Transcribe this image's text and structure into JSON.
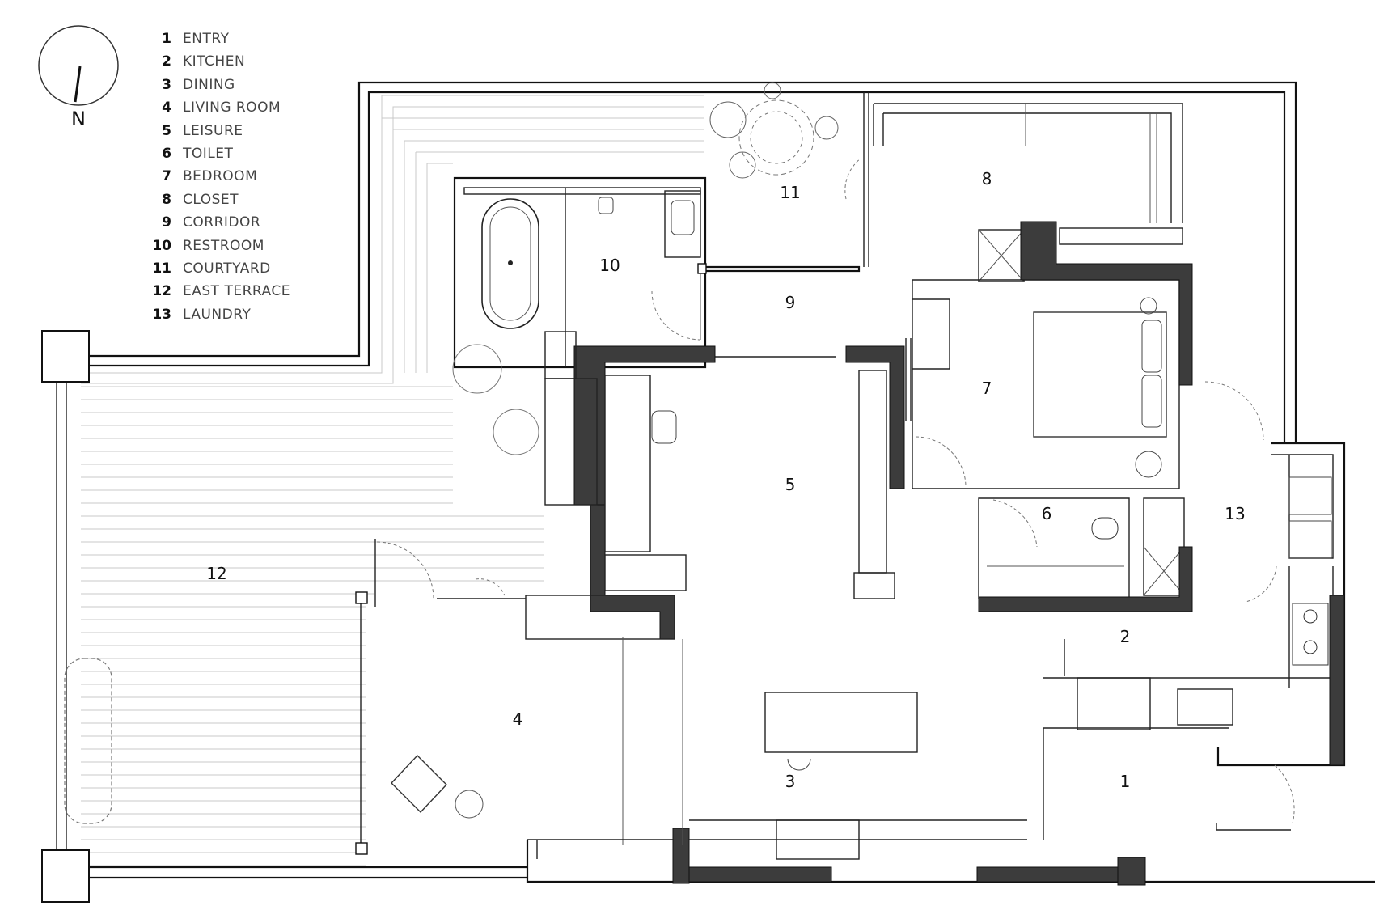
{
  "north": {
    "letter": "N"
  },
  "legend": [
    {
      "num": "1",
      "label": "ENTRY"
    },
    {
      "num": "2",
      "label": "KITCHEN"
    },
    {
      "num": "3",
      "label": "DINING"
    },
    {
      "num": "4",
      "label": "LIVING ROOM"
    },
    {
      "num": "5",
      "label": "LEISURE"
    },
    {
      "num": "6",
      "label": "TOILET"
    },
    {
      "num": "7",
      "label": "BEDROOM"
    },
    {
      "num": "8",
      "label": "CLOSET"
    },
    {
      "num": "9",
      "label": "CORRIDOR"
    },
    {
      "num": "10",
      "label": "RESTROOM"
    },
    {
      "num": "11",
      "label": "COURTYARD"
    },
    {
      "num": "12",
      "label": "EAST TERRACE"
    },
    {
      "num": "13",
      "label": "LAUNDRY"
    }
  ],
  "room_tags": [
    "1",
    "2",
    "3",
    "4",
    "5",
    "6",
    "7",
    "8",
    "9",
    "10",
    "11",
    "12",
    "13"
  ],
  "icons": [
    "north-arrow-icon",
    "bathtub-icon",
    "toilet-icon",
    "bed-icon",
    "armchair-icon",
    "plant-icon",
    "stove-icon",
    "washer-icon"
  ]
}
